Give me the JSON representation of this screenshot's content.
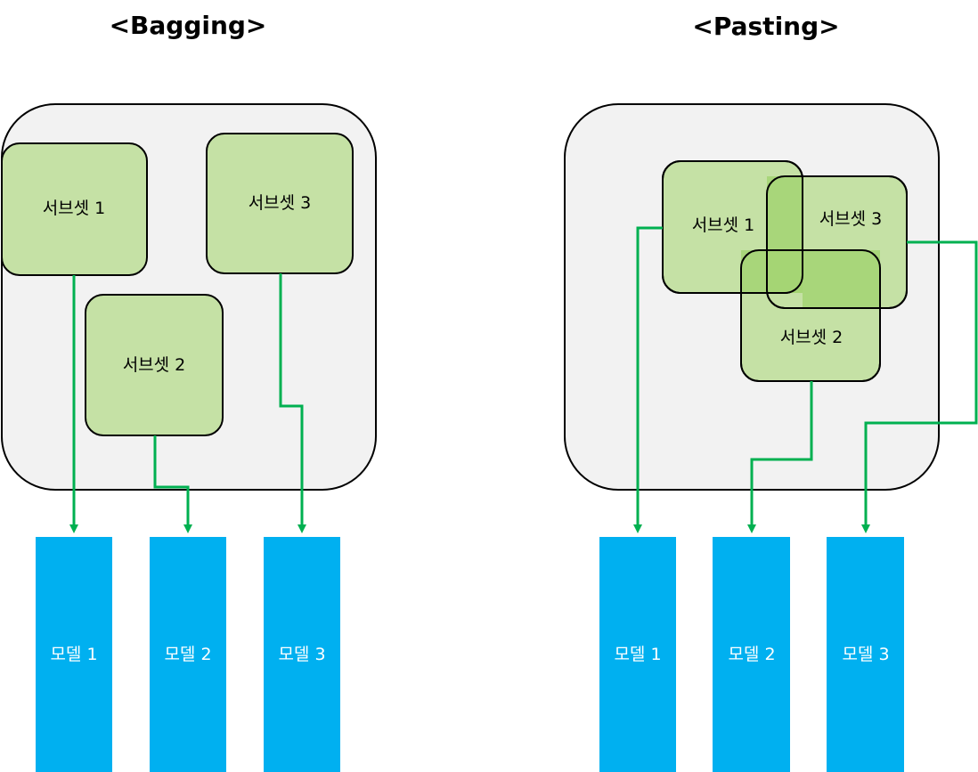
{
  "titles": {
    "bagging": "<Bagging>",
    "pasting": "<Pasting>"
  },
  "bagging": {
    "subsets": [
      "서브셋 1",
      "서브셋 2",
      "서브셋 3"
    ],
    "models": [
      "모델 1",
      "모델 2",
      "모델 3"
    ]
  },
  "pasting": {
    "subsets": [
      "서브셋 1",
      "서브셋 2",
      "서브셋 3"
    ],
    "models": [
      "모델 1",
      "모델 2",
      "모델 3"
    ]
  },
  "colors": {
    "container_fill": "#f2f2f2",
    "subset_fill": "#c5e1a5",
    "overlap_fill": "#a5d574",
    "model_fill": "#00b0f0",
    "arrow": "#00b050",
    "stroke": "#000000"
  }
}
